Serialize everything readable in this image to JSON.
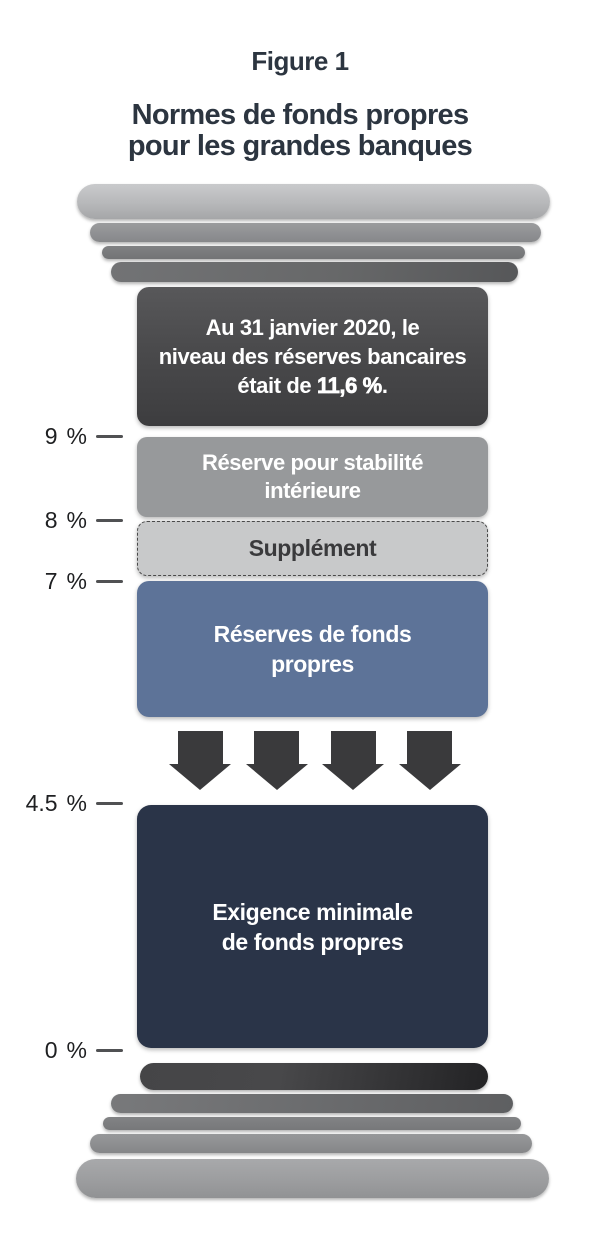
{
  "figure": {
    "label": "Figure 1",
    "title_lines": [
      "Normes de fonds propres",
      "pour les grandes banques"
    ]
  },
  "callout": {
    "lines": [
      "Au 31 janvier 2020, le",
      "niveau des réserves bancaires"
    ],
    "line3_prefix": "était de ",
    "line3_value": "11,6 %",
    "line3_suffix": "."
  },
  "ticks": [
    {
      "value": "9",
      "unit": "%"
    },
    {
      "value": "8",
      "unit": "%"
    },
    {
      "value": "7",
      "unit": "%"
    },
    {
      "value": "4.5",
      "unit": "%"
    },
    {
      "value": "0",
      "unit": "%"
    }
  ],
  "segments": {
    "stability_buffer": {
      "lines": [
        "Réserve pour stabilité",
        "intérieure"
      ],
      "color": "#97999b"
    },
    "supplement": {
      "label": "Supplément",
      "color": "#c8c9ca"
    },
    "capital_buffer": {
      "lines": [
        "Réserves de fonds",
        "propres"
      ],
      "color": "#5d7398"
    },
    "minimum_requirement": {
      "lines": [
        "Exigence minimale",
        "de fonds propres"
      ],
      "color": "#2a3448"
    }
  },
  "colors": {
    "title_text": "#2c3540",
    "callout_bg": "#4a4a4c",
    "arrow": "#3a3a3c",
    "tick_text": "#1e1f21"
  }
}
